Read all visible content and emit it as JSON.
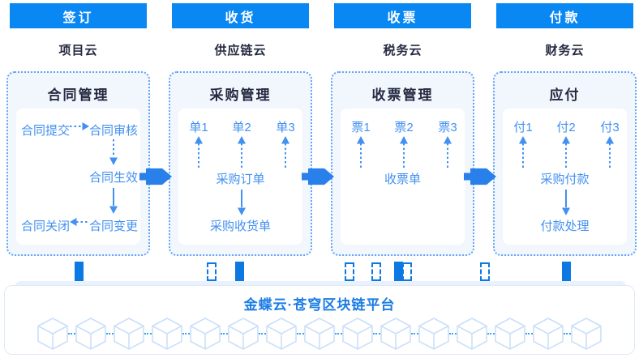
{
  "header": {
    "steps": [
      {
        "label": "签订",
        "cloud": "项目云"
      },
      {
        "label": "收货",
        "cloud": "供应链云"
      },
      {
        "label": "收票",
        "cloud": "税务云"
      },
      {
        "label": "付款",
        "cloud": "财务云"
      }
    ]
  },
  "panels": {
    "contract": {
      "title": "合同管理",
      "submit": "合同提交",
      "review": "合同审核",
      "effective": "合同生效",
      "change": "合同变更",
      "close": "合同关闭"
    },
    "purchase": {
      "title": "采购管理",
      "docs": [
        "单1",
        "单2",
        "单3"
      ],
      "order": "采购订单",
      "receipt": "采购收货单"
    },
    "invoice": {
      "title": "收票管理",
      "docs": [
        "票1",
        "票2",
        "票3"
      ],
      "bill": "收票单"
    },
    "payable": {
      "title": "应付",
      "docs": [
        "付1",
        "付2",
        "付3"
      ],
      "payment": "采购付款",
      "process": "付款处理"
    }
  },
  "platform": {
    "title": "金蝶云·苍穹区块链平台",
    "cube_count": 15
  },
  "colors": {
    "primary": "#0987F2",
    "bar": "#0C78E2",
    "arrow": "#2A80EA",
    "panel_border": "#63A5F8",
    "panel_bg": "#F2F7FE",
    "flow_text": "#4290F0",
    "dark_text": "#252A41",
    "platform_title": "#1A7CE5",
    "cube_stroke": "#CBDFF9",
    "chain_dot": "#35A2F3",
    "platform_border": "#DFE9F7",
    "platform_bg": "#FFFFFF",
    "backcard_bg": "#E9F1FC"
  }
}
